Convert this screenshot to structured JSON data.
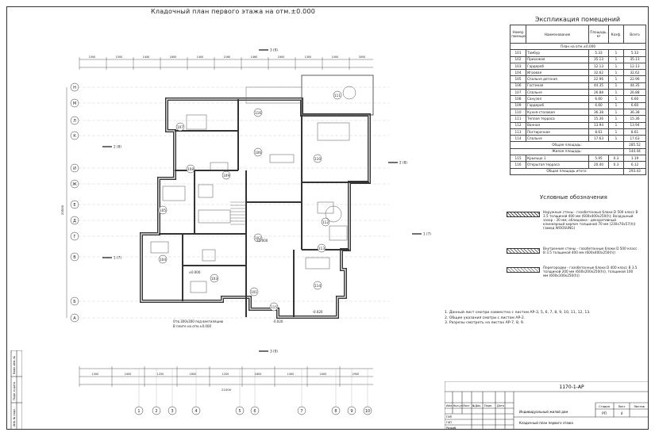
{
  "title": "Кладочный план первого этажа на отм.±0.000",
  "explication": {
    "title": "Экспликация помещений",
    "headers": [
      "Номер помещения",
      "Наименование",
      "Площадь, м²",
      "Коэф.",
      "Всего"
    ],
    "section_header": "План на отм.±0.000",
    "rows": [
      [
        "101",
        "Тамбур",
        "5.33",
        "1",
        "5.33"
      ],
      [
        "102",
        "Прихожая",
        "35.13",
        "1",
        "35.13"
      ],
      [
        "103",
        "Гардероб",
        "12.13",
        "1",
        "12.13"
      ],
      [
        "104",
        "Игровая",
        "32.62",
        "1",
        "32.62"
      ],
      [
        "105",
        "Спальня детская",
        "22.96",
        "1",
        "22.96"
      ],
      [
        "106",
        "Гостиная",
        "44.35",
        "1",
        "44.35"
      ],
      [
        "107",
        "Спальня",
        "26.88",
        "1",
        "26.88"
      ],
      [
        "108",
        "Санузел",
        "6.60",
        "1",
        "6.60"
      ],
      [
        "109",
        "Гардероб",
        "6.60",
        "1",
        "6.60"
      ],
      [
        "110",
        "Кухня-столовая",
        "36.38",
        "1",
        "36.38"
      ],
      [
        "111",
        "Теплая терраса",
        "15.36",
        "1",
        "15.36"
      ],
      [
        "112",
        "Ванная",
        "13.94",
        "1",
        "13.94"
      ],
      [
        "113",
        "Постирочная",
        "8.61",
        "1",
        "8.61"
      ],
      [
        "114",
        "Спальня",
        "17.63",
        "1",
        "17.63"
      ]
    ],
    "total_area_label": "Общая площадь:",
    "total_area": "285.52",
    "living_area_label": "Жилая площадь:",
    "living_area": "144.44",
    "extra_rows": [
      [
        "115",
        "Крыльцо 1",
        "5.95",
        "0.3",
        "1.19"
      ],
      [
        "116",
        "Открытая терраса",
        "20.40",
        "0.3",
        "6.12"
      ]
    ],
    "grand_total_label": "Общая площадь итого:",
    "grand_total": "293.43"
  },
  "legend": {
    "title": "Условные обозначения",
    "items": [
      {
        "text": "Наружные стены - газобетонные блоки D 500 класс В 3.5 толщиной 400 мм (600х400х250(h); Воздушный зазор - 30 мм; облицовка - декоративный клинкерный кирпич толщиной 70 мм (230х70х57(h)) (завод WOOSUNG)",
        "color": "#555555"
      },
      {
        "text": "Внутренние стены - газобетонные блоки D 500 класс В 3.5 толщиной 400 мм (600х400х250(h))",
        "color": "#777777"
      },
      {
        "text": "Перегородки - газобетонные блоки D 400 класс В 3.5 толщиной 200 мм (600х200х250(h)), толщиной 100 мм (600х100х250(h))",
        "color": "#999999"
      }
    ]
  },
  "notes": [
    "1. Данный лист смотри совместно с листом АР-3, 5, 6, 7, 8, 9, 10, 11, 12, 13.",
    "2. Общие указания смотри с листом АР-2.",
    "3. Разрезы смотреть на листах АР-7, 8, 9."
  ],
  "stamp": {
    "code": "1170-1-АР",
    "project": "Индивидуальный жилой дом",
    "sheet_name": "Кладочный план первого этажа",
    "columns": [
      "Изм.",
      "Кол.уч",
      "Лист",
      "№Док.",
      "Подп.",
      "Дата"
    ],
    "stage_header": [
      "Стадия",
      "Лист",
      "Листов"
    ],
    "stage": "РП",
    "sheet": "4",
    "role_labels": [
      "ГИП",
      "ГАП",
      "Разраб."
    ]
  },
  "side_strip": [
    "Взам. инв. №",
    "Подп. и дата",
    "Инв. № подл."
  ],
  "plan": {
    "row_axes": [
      "Н",
      "М",
      "Л",
      "К",
      "И",
      "Ж",
      "Е",
      "Д",
      "Г",
      "В",
      "Б",
      "А"
    ],
    "col_axes": [
      "1",
      "2",
      "3",
      "4",
      "5",
      "6",
      "7",
      "8",
      "9",
      "10"
    ],
    "room_numbers": [
      "101",
      "102",
      "103",
      "104",
      "105",
      "106",
      "107",
      "108",
      "109",
      "110",
      "111",
      "112",
      "113",
      "114",
      "115",
      "116"
    ],
    "section_marks": [
      "3 (9)",
      "2 (8)",
      "1 (7)",
      "3 (9)",
      "2 (8)",
      "1 (7)"
    ],
    "overall_dim": "21000",
    "overall_dim_vertical": "23500",
    "opening_note": "Отв.300х300 под вентиляцию",
    "opening_note2": "В плите на отм.±0.000",
    "level_labels": [
      "±0.000",
      "±0.000",
      "-0.020",
      "-0.020"
    ],
    "top_dims": [
      "1500",
      "1500",
      "1440",
      "1800",
      "1400",
      "2160",
      "1460",
      "1600",
      "1300",
      "1000",
      "3050"
    ],
    "bottom_dims": [
      "1500",
      "2400",
      "1250",
      "1600",
      "1200",
      "1800",
      "1400",
      "2400",
      "2900"
    ]
  }
}
